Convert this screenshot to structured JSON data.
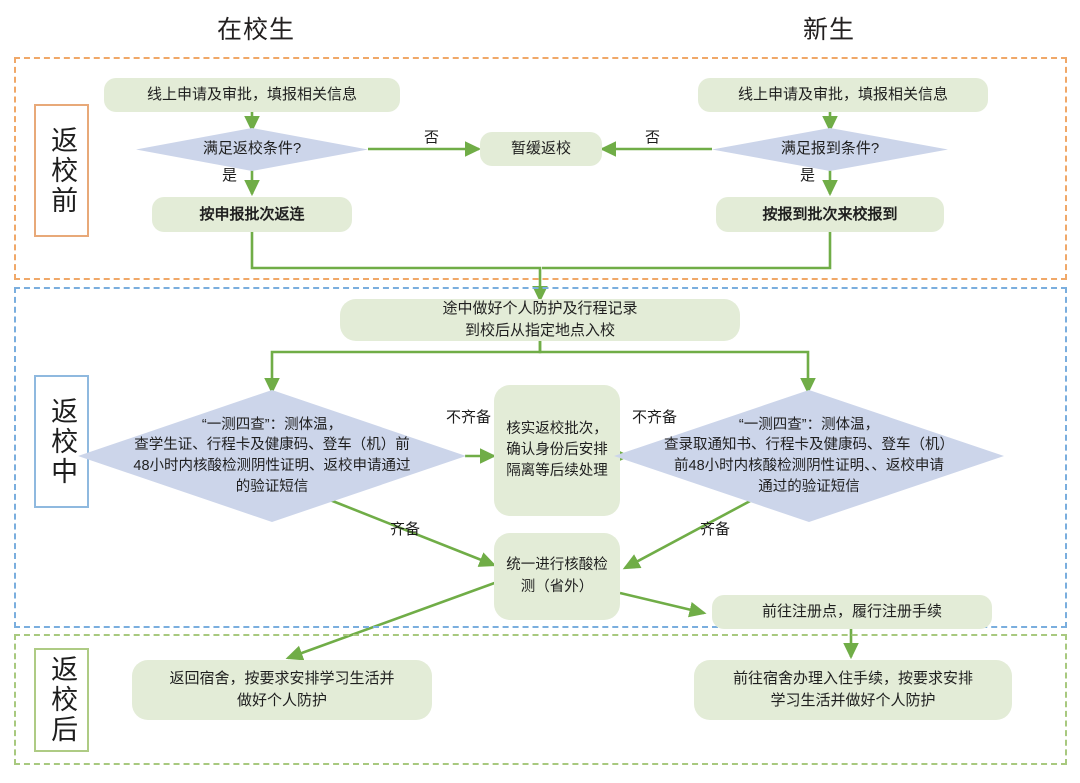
{
  "diagram": {
    "type": "flowchart",
    "title_columns": [
      {
        "id": "current-students",
        "label": "在校生"
      },
      {
        "id": "new-students",
        "label": "新生"
      }
    ],
    "colors": {
      "node_fill": "#e3ecd7",
      "diamond_fill": "#ccd5ea",
      "arrow": "#70ad47",
      "lane_pre_border": "#f0a868",
      "lane_mid_border": "#7aaede",
      "lane_post_border": "#a8c97f",
      "text": "#1f1f1f"
    },
    "lanes": [
      {
        "id": "pre",
        "label": "返校前"
      },
      {
        "id": "mid",
        "label": "返校中"
      },
      {
        "id": "post",
        "label": "返校后"
      }
    ],
    "nodes": {
      "left_apply": "线上申请及审批，填报相关信息",
      "left_decision": "满足返校条件?",
      "left_batch": "按申报批次返连",
      "defer": "暂缓返校",
      "right_apply": "线上申请及审批，填报相关信息",
      "right_decision": "满足报到条件?",
      "right_batch": "按报到批次来校报到",
      "transit": "途中做好个人防护及行程记录\n到校后从指定地点入校",
      "left_check": "“一测四查”：测体温，\n查学生证、行程卡及健康码、登车（机）前\n48小时内核酸检测阴性证明、返校申请通过\n的验证短信",
      "center_verify": "核实返校批次，确认身份后安排隔离等后续处理",
      "right_check": "“一测四查”：测体温，\n查录取通知书、行程卡及健康码、登车（机）\n前48小时内核酸检测阴性证明、、返校申请\n通过的验证短信",
      "pcr_test": "统一进行核酸检测（省外）",
      "register": "前往注册点，履行注册手续",
      "left_dorm": "返回宿舍，按要求安排学习生活并\n做好个人防护",
      "right_dorm": "前往宿舍办理入住手续，按要求安排\n学习生活并做好个人防护"
    },
    "edge_labels": {
      "left_no": "否",
      "left_yes": "是",
      "right_no": "否",
      "right_yes": "是",
      "left_incomplete": "不齐备",
      "left_complete": "齐备",
      "right_incomplete": "不齐备",
      "right_complete": "齐备"
    }
  }
}
